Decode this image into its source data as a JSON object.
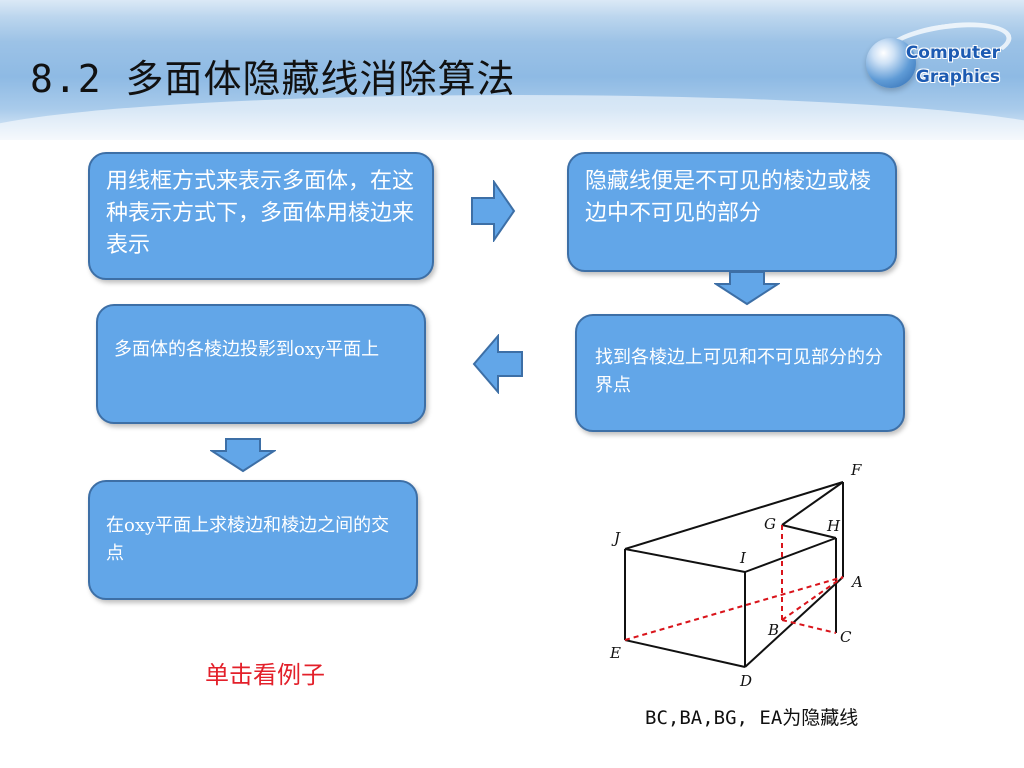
{
  "slide": {
    "title": "8.2 多面体隐藏线消除算法",
    "logo": {
      "line1": "Computer",
      "line2": "Graphics"
    }
  },
  "flow": {
    "box1": "用线框方式来表示多面体，在这种表示方式下，多面体用棱边来表示",
    "box2": "隐藏线便是不可见的棱边或棱边中不可见的部分",
    "box3": "找到各棱边上可见和不可见部分的分界点",
    "box4": "多面体的各棱边投影到oxy平面上",
    "box5": "在oxy平面上求棱边和棱边之间的交点"
  },
  "example_link": "单击看例子",
  "figure": {
    "labels": {
      "F": "F",
      "G": "G",
      "H": "H",
      "J": "J",
      "I": "I",
      "A": "A",
      "B": "B",
      "C": "C",
      "E": "E",
      "D": "D"
    },
    "caption": "BC,BA,BG, EA为隐藏线"
  },
  "colors": {
    "box_fill": "#62a6e8",
    "box_border": "#3d6fa6",
    "arrow_fill": "#62a6e8",
    "hidden_line": "#d9141b",
    "link_text": "#e3202a"
  }
}
